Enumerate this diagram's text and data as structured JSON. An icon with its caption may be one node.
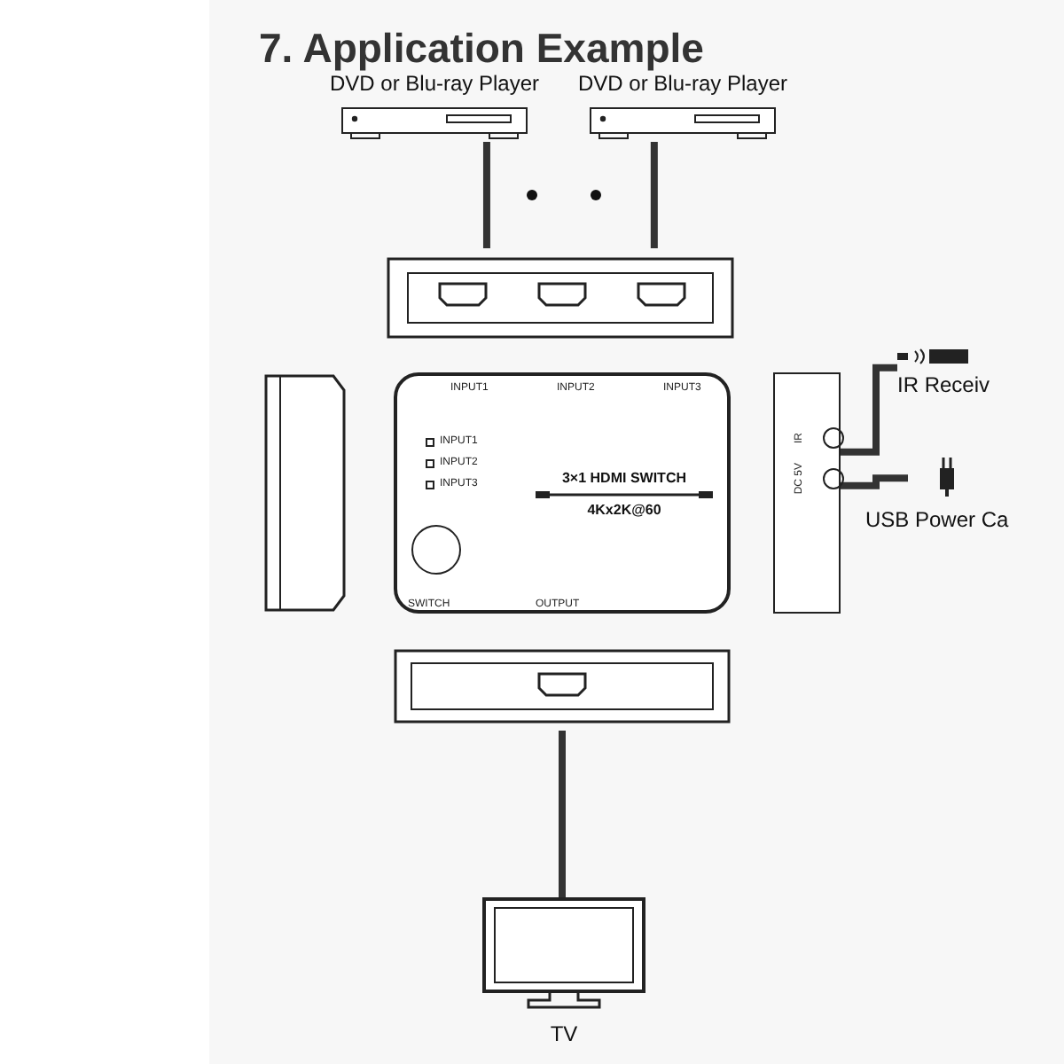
{
  "diagram": {
    "title": "7. Application Example",
    "nodes": [
      {
        "text": [
          "DVD or Blu-ray Player"
        ]
      },
      {
        "text": [
          "DVD or Blu-ray Player"
        ]
      },
      {
        "text": [],
        "shape": "picture"
      },
      {
        "text": [],
        "shape": "picture"
      },
      {
        "text": [
          "INPUT1",
          "INPUT2",
          "INPUT3",
          "INPUT1",
          "INPUT2",
          "INPUT3",
          "3×1 HDMI SWITCH",
          "4Kx2K@60",
          "SWITCH",
          "OUTPUT"
        ]
      },
      {
        "text": [
          "IR",
          "DC 5V"
        ]
      },
      {
        "text": [
          "IR Receiv"
        ]
      },
      {
        "text": [
          "USB Power Ca"
        ]
      },
      {
        "text": [],
        "shape": "picture"
      },
      {
        "text": [
          "TV"
        ]
      }
    ],
    "edges": [
      {
        "from": 0,
        "to": 2,
        "arrow": "none"
      },
      {
        "from": 1,
        "to": 2,
        "arrow": "none"
      },
      {
        "from": 5,
        "to": 6,
        "arrow": "none"
      },
      {
        "from": 5,
        "to": 7,
        "arrow": "none"
      },
      {
        "from": 8,
        "to": 9,
        "arrow": "none"
      }
    ]
  }
}
